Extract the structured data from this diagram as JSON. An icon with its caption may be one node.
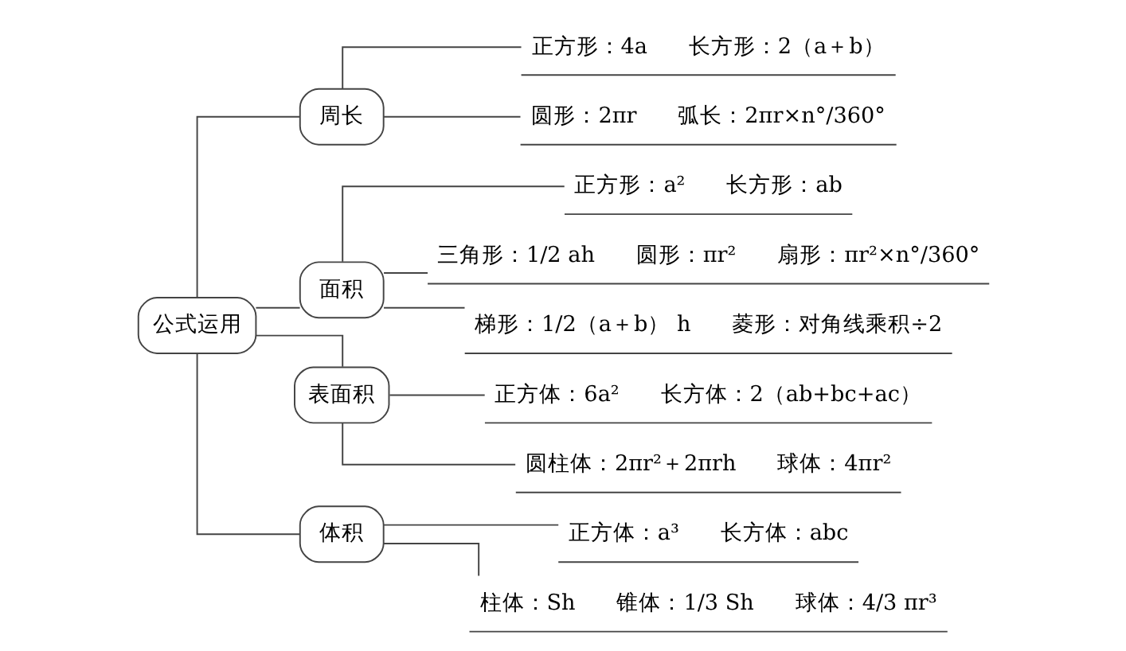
{
  "diagram": {
    "nodes": [
      {
        "text": [
          "公式运用"
        ]
      },
      {
        "text": [
          "周长"
        ]
      },
      {
        "text": [
          "正方形：4a",
          "长方形：2（a＋b）"
        ]
      },
      {
        "text": [
          "圆形：2πr",
          "弧长：2πr×n°/360°"
        ]
      },
      {
        "text": [
          "面积"
        ]
      },
      {
        "text": [
          "正方形：a²",
          "长方形：ab"
        ]
      },
      {
        "text": [
          "三角形：1/2 ah",
          "圆形：πr²",
          "扇形：πr²×n°/360°"
        ]
      },
      {
        "text": [
          "梯形：1/2（a＋b） h",
          "菱形：对角线乘积÷2"
        ]
      },
      {
        "text": [
          "表面积"
        ]
      },
      {
        "text": [
          "正方体：6a²",
          "长方体：2（ab+bc+ac）"
        ]
      },
      {
        "text": [
          "圆柱体：2πr²＋2πrh",
          "球体：4πr²"
        ]
      },
      {
        "text": [
          "体积"
        ]
      },
      {
        "text": [
          "正方体：a³",
          "长方体：abc"
        ]
      },
      {
        "text": [
          "柱体：Sh",
          "锥体：1/3 Sh",
          "球体：4/3 πr³"
        ]
      }
    ],
    "edges": [
      {
        "from": 0,
        "to": 1,
        "arrow": "none"
      },
      {
        "from": 0,
        "to": 4,
        "arrow": "none"
      },
      {
        "from": 0,
        "to": 8,
        "arrow": "none"
      },
      {
        "from": 0,
        "to": 11,
        "arrow": "none"
      },
      {
        "from": 1,
        "to": 2,
        "arrow": "none"
      },
      {
        "from": 1,
        "to": 3,
        "arrow": "none"
      },
      {
        "from": 4,
        "to": 5,
        "arrow": "none"
      },
      {
        "from": 4,
        "to": 6,
        "arrow": "none"
      },
      {
        "from": 4,
        "to": 7,
        "arrow": "none"
      },
      {
        "from": 8,
        "to": 9,
        "arrow": "none"
      },
      {
        "from": 8,
        "to": 10,
        "arrow": "none"
      },
      {
        "from": 11,
        "to": 12,
        "arrow": "none"
      },
      {
        "from": 11,
        "to": 13,
        "arrow": "none"
      }
    ]
  }
}
